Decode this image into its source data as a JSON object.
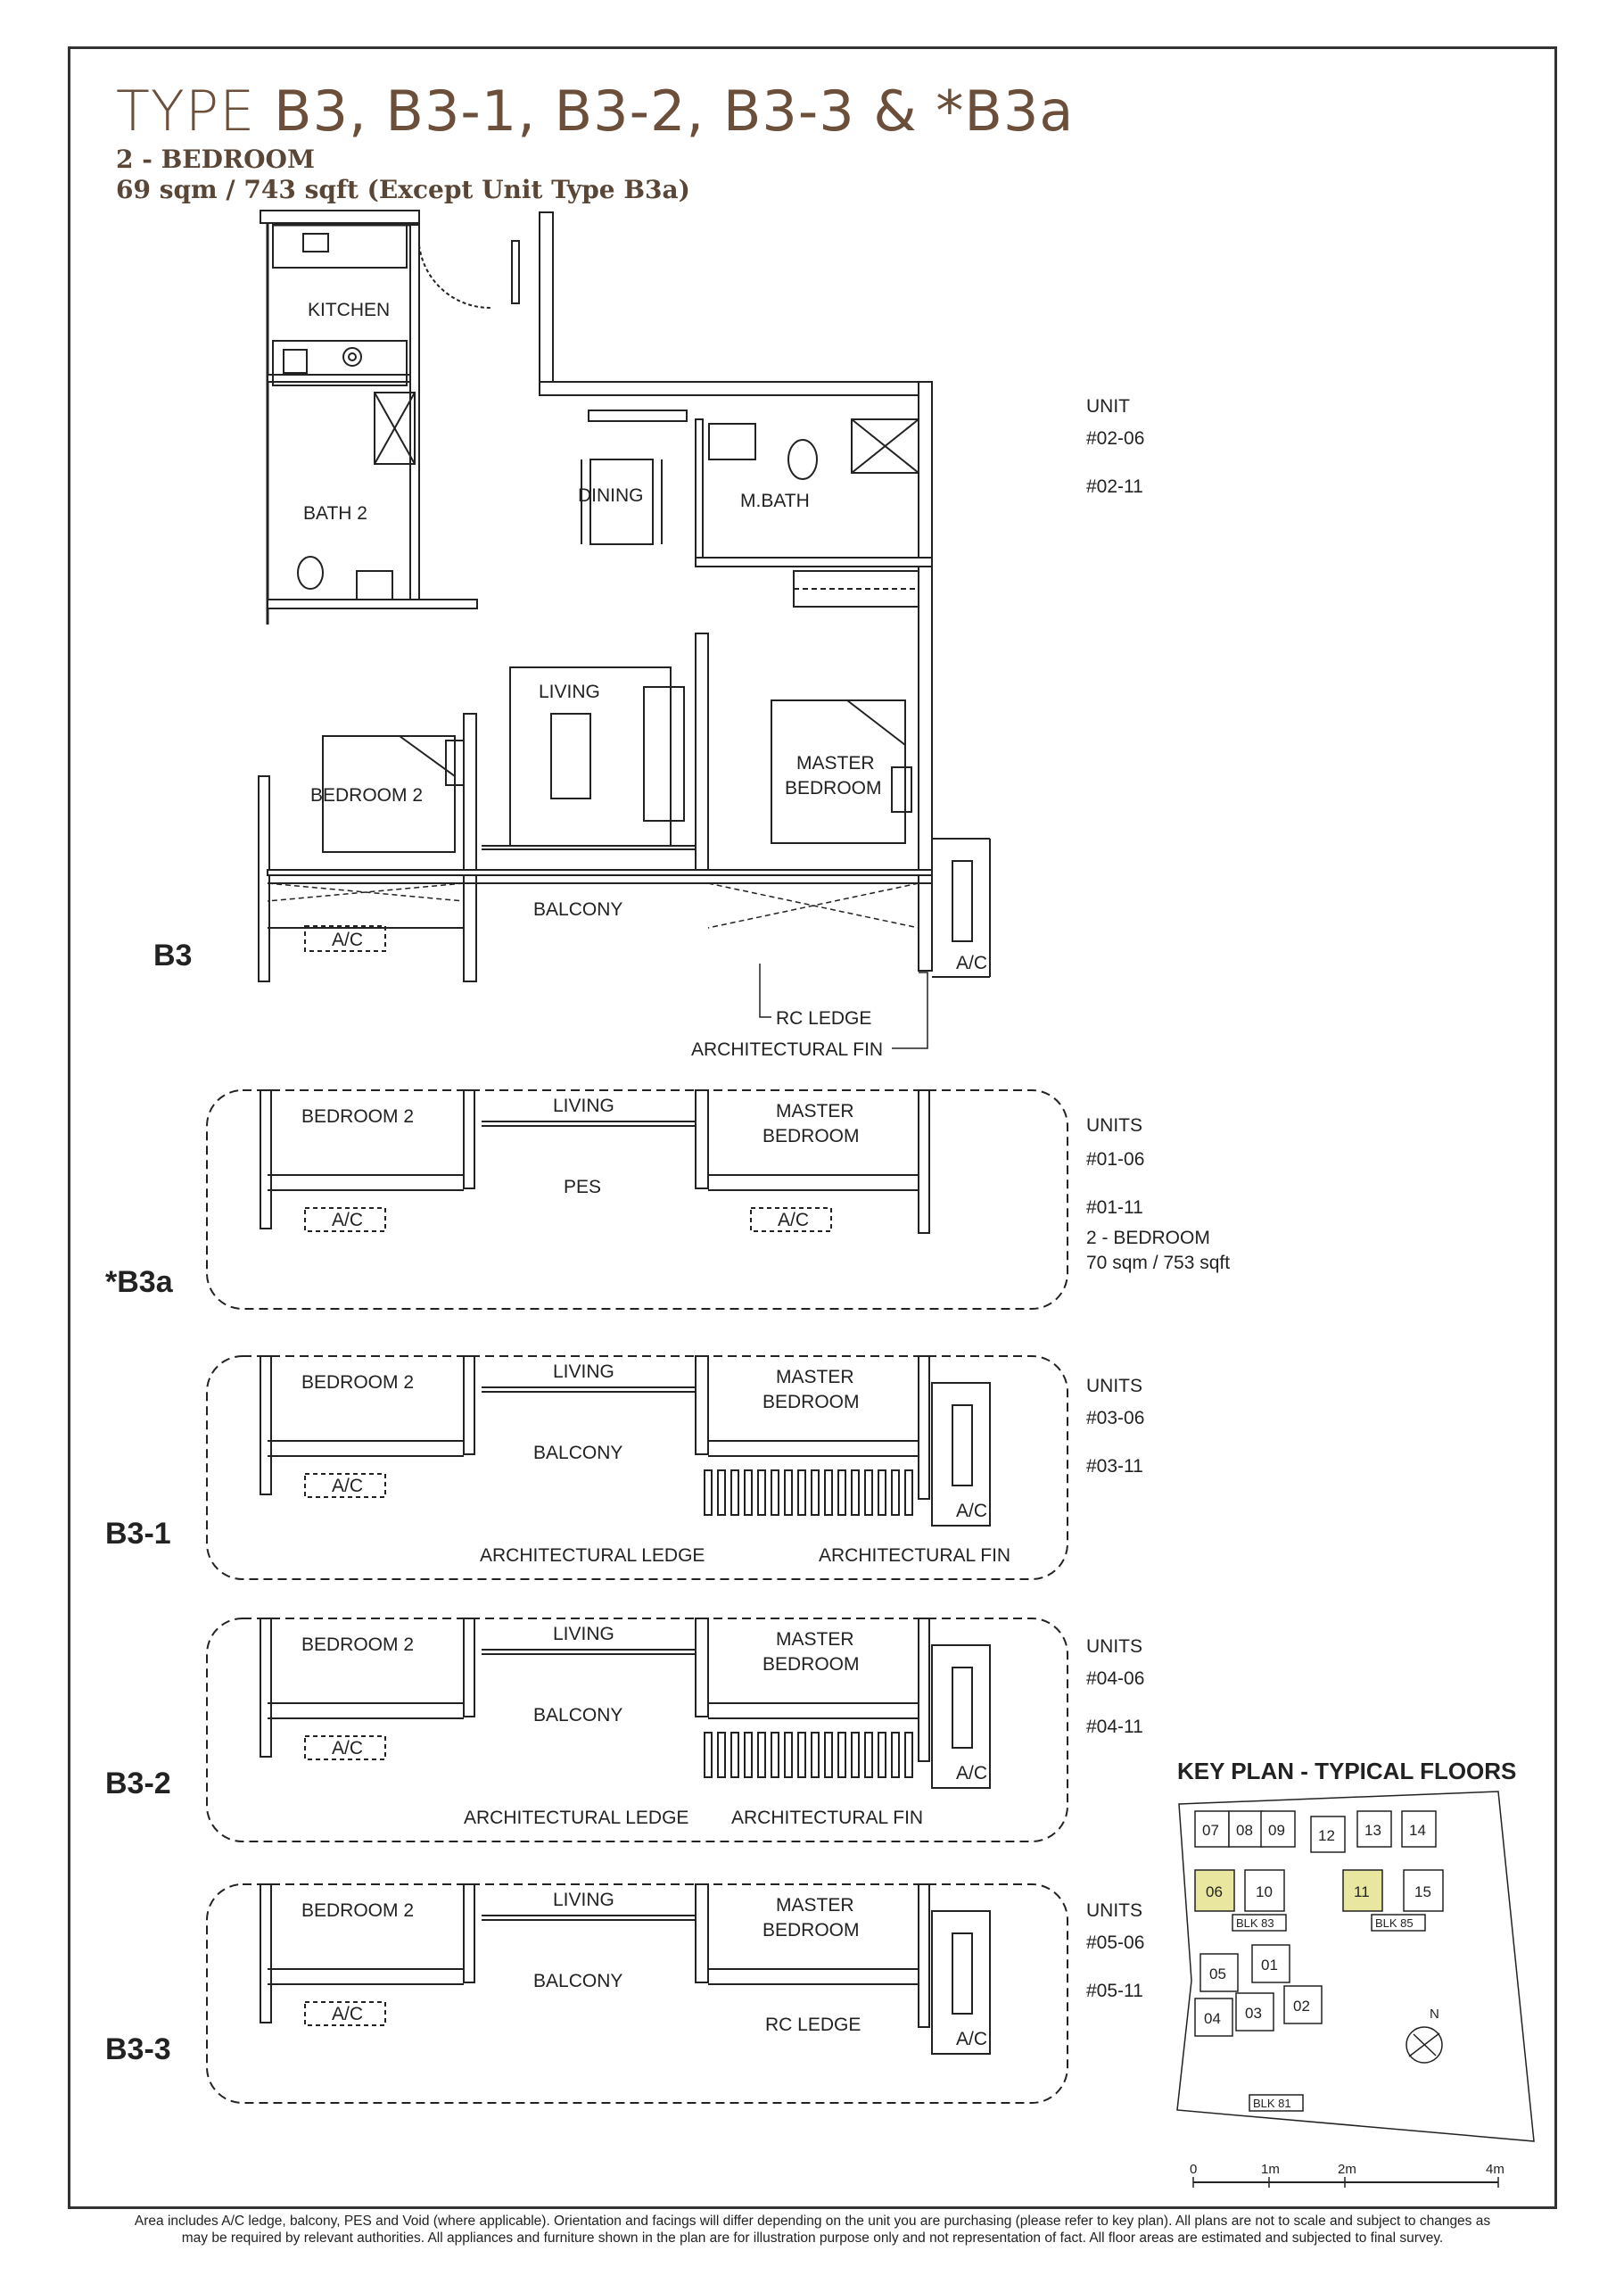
{
  "title": {
    "prefix": "TYPE",
    "types": "B3, B3-1, B3-2, B3-3 & *B3a",
    "bedrooms": "2 - BEDROOM",
    "area": "69 sqm / 743 sqft (Except Unit Type B3a)"
  },
  "main_plan": {
    "type_label": "B3",
    "rooms": {
      "kitchen": "KITCHEN",
      "dining": "DINING",
      "mbath": "M.BATH",
      "bath2": "BATH 2",
      "living": "LIVING",
      "bedroom2": "BEDROOM 2",
      "master_line1": "MASTER",
      "master_line2": "BEDROOM",
      "balcony": "BALCONY",
      "ac": "A/C"
    },
    "callouts": {
      "rc_ledge": "RC LEDGE",
      "arch_fin": "ARCHITECTURAL FIN"
    },
    "units_header": "UNIT",
    "units": [
      "#02-06",
      "#02-11"
    ]
  },
  "variants": [
    {
      "type_label": "*B3a",
      "outdoor": "PES",
      "units_header": "UNITS",
      "units": [
        "#01-06",
        "#01-11"
      ],
      "note_line1": "2 - BEDROOM",
      "note_line2": "70 sqm / 753 sqft"
    },
    {
      "type_label": "B3-1",
      "outdoor": "BALCONY",
      "units_header": "UNITS",
      "units": [
        "#03-06",
        "#03-11"
      ],
      "callout_left": "ARCHITECTURAL LEDGE",
      "callout_right": "ARCHITECTURAL FIN"
    },
    {
      "type_label": "B3-2",
      "outdoor": "BALCONY",
      "units_header": "UNITS",
      "units": [
        "#04-06",
        "#04-11"
      ],
      "callout_left": "ARCHITECTURAL LEDGE",
      "callout_right": "ARCHITECTURAL FIN"
    },
    {
      "type_label": "B3-3",
      "outdoor": "BALCONY",
      "units_header": "UNITS",
      "units": [
        "#05-06",
        "#05-11"
      ],
      "master_extra": "RC LEDGE"
    }
  ],
  "variant_rooms": {
    "bedroom2": "BEDROOM 2",
    "living": "LIVING",
    "master_line1": "MASTER",
    "master_line2": "BEDROOM",
    "ac": "A/C"
  },
  "key_plan": {
    "title": "KEY PLAN - TYPICAL FLOORS",
    "units_top": [
      "07",
      "08",
      "09",
      "12",
      "13",
      "14"
    ],
    "units_mid": [
      "06",
      "10",
      "11",
      "15"
    ],
    "units_bottom": [
      "05",
      "01",
      "04",
      "03",
      "02"
    ],
    "blocks": [
      "BLK 83",
      "BLK 85",
      "BLK 81"
    ],
    "north": "N",
    "highlight_color": "#e9e6a0"
  },
  "scale": [
    "0",
    "1m",
    "2m",
    "4m"
  ],
  "footer": {
    "line1": "Area includes A/C ledge, balcony, PES and Void (where applicable). Orientation and facings will differ depending on the unit you are purchasing (please refer to key plan). All plans are not to scale and subject to changes as",
    "line2": "may be required by relevant authorities. All appliances and furniture shown in the plan are for illustration purpose only and not representation of fact. All floor areas are estimated and subjected to final survey."
  }
}
